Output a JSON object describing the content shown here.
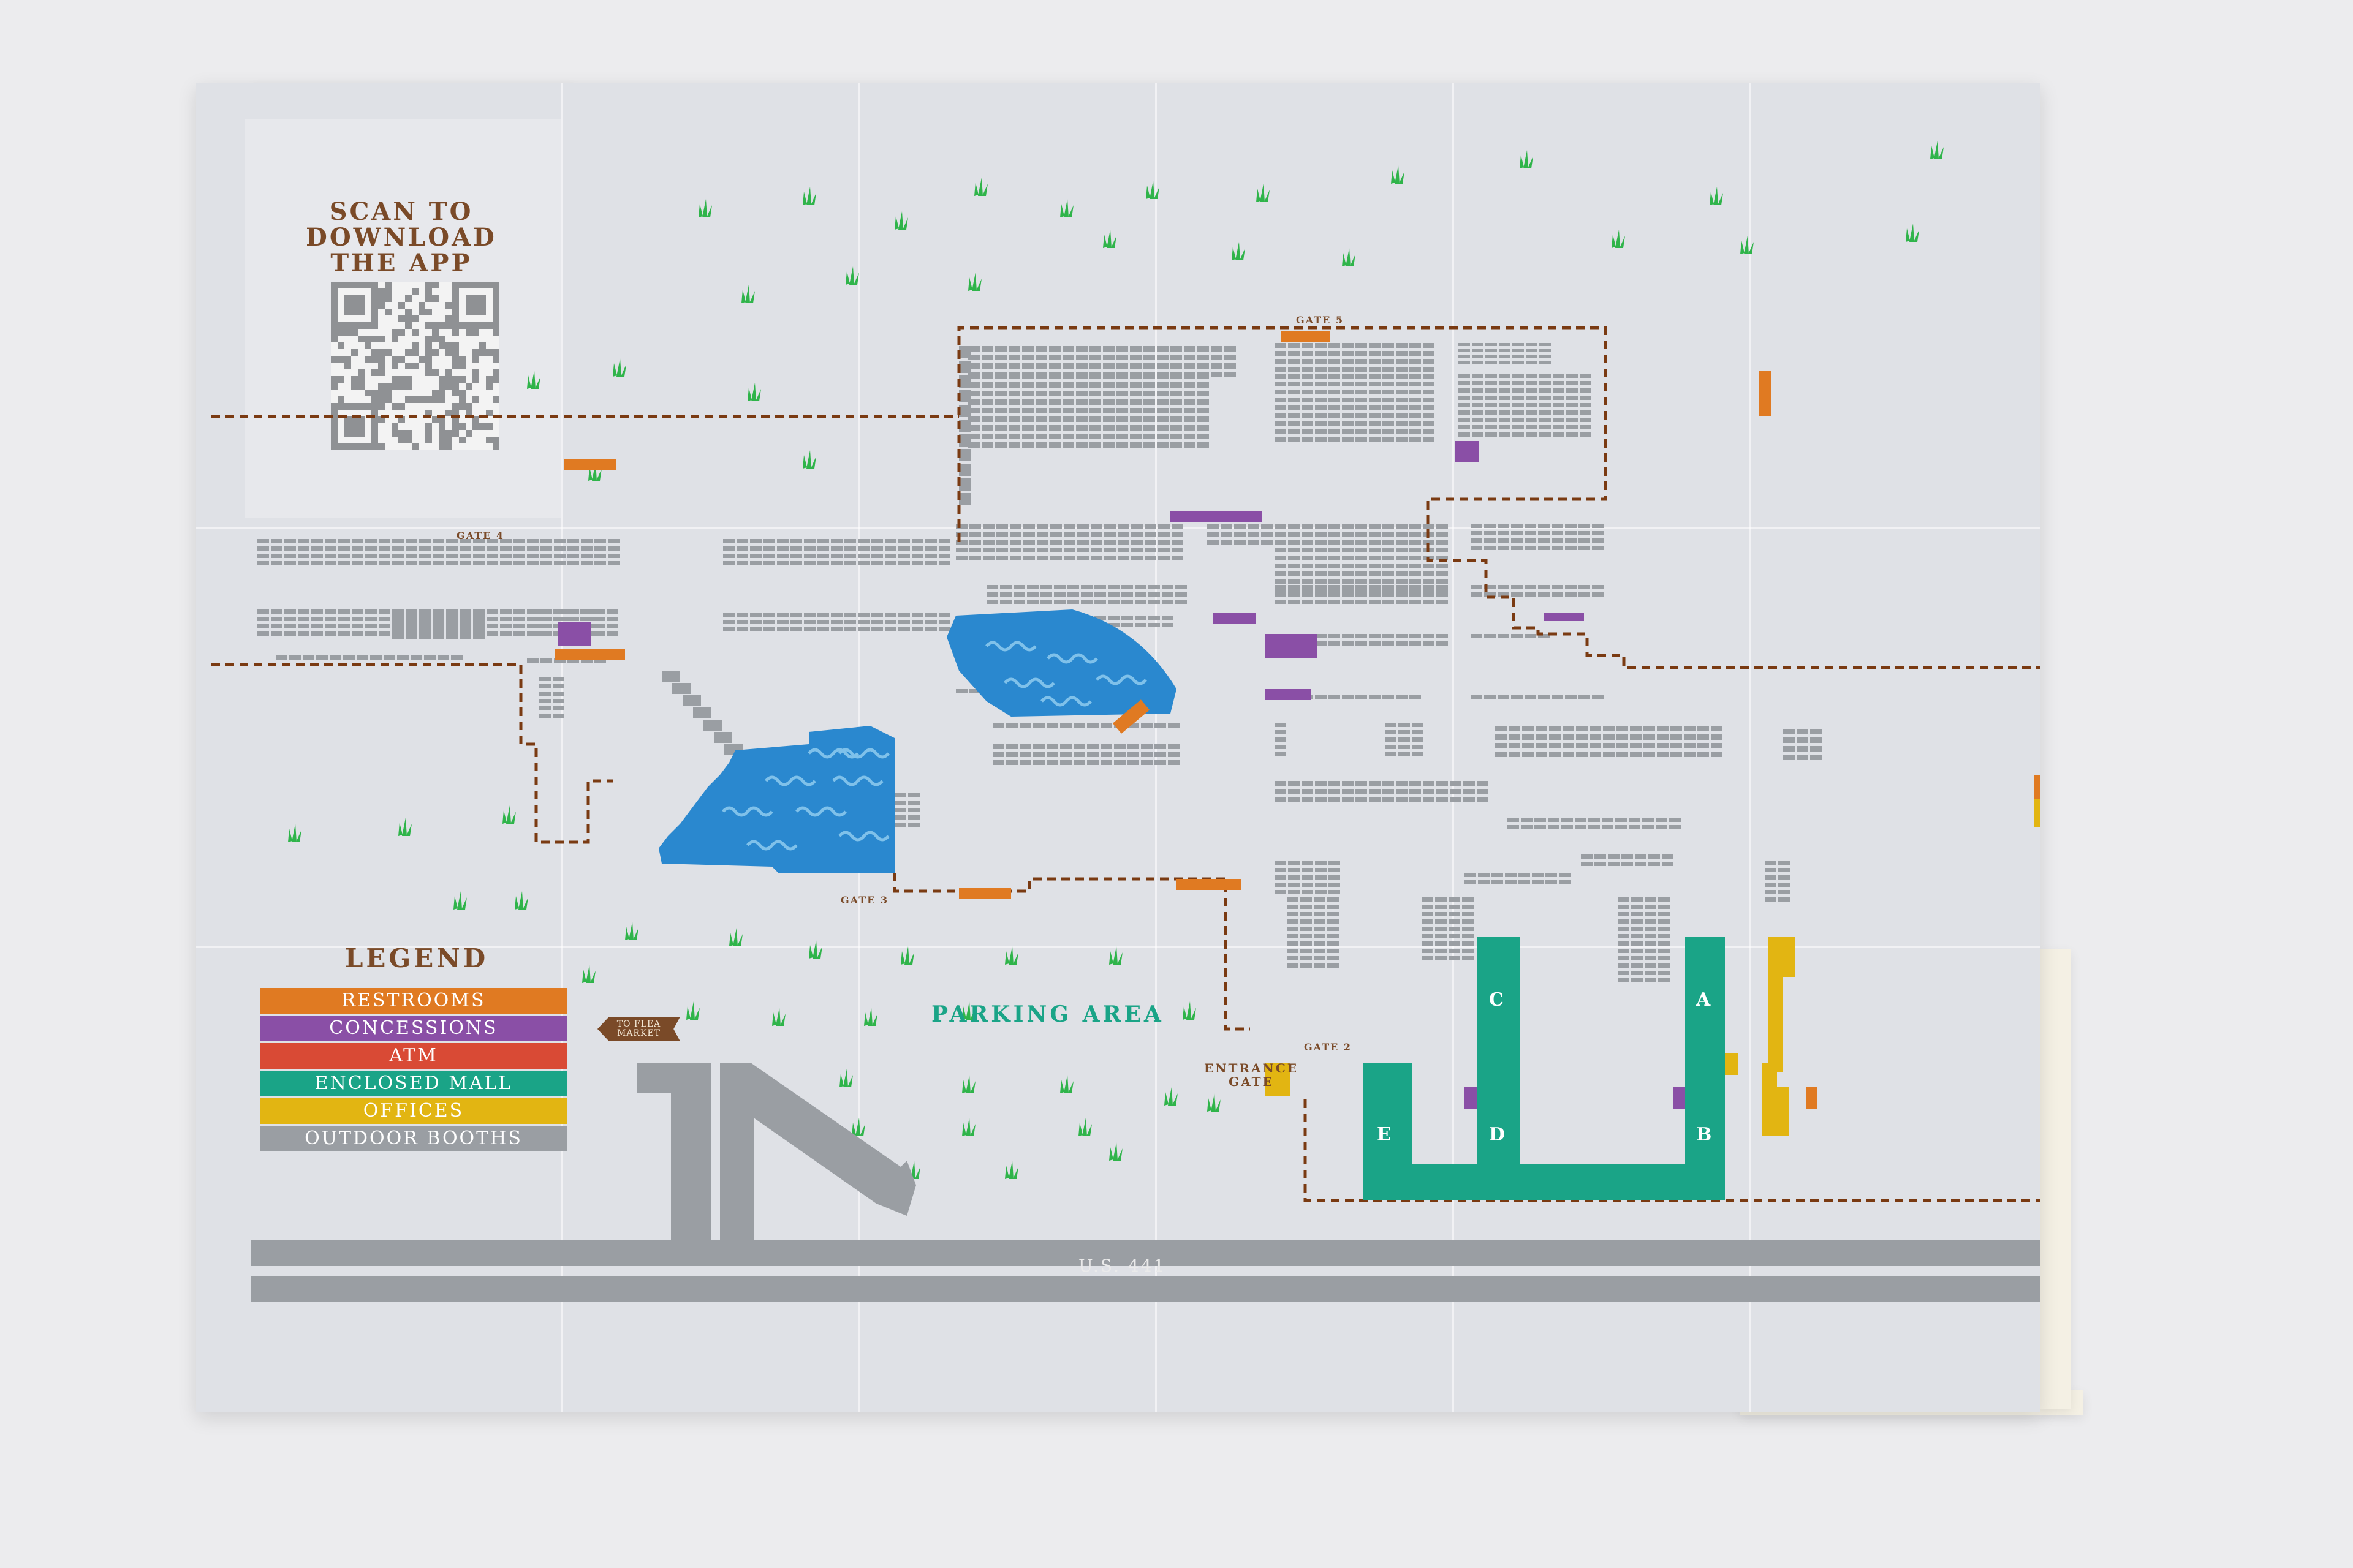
{
  "qr": {
    "title": "SCAN TO\nDOWNLOAD\nTHE APP"
  },
  "gates": {
    "gate5": "GATE 5",
    "gate4": "GATE 4",
    "gate3": "GATE 3",
    "gate2": "GATE 2",
    "entrance": "ENTRANCE\nGATE"
  },
  "parking": "PARKING AREA",
  "flea_sign": "TO FLEA MARKET",
  "road": "U.S. 441",
  "legend": {
    "title": "LEGEND",
    "items": [
      {
        "label": "RESTROOMS",
        "color": "#e07a22"
      },
      {
        "label": "CONCESSIONS",
        "color": "#8a4fa6"
      },
      {
        "label": "ATM",
        "color": "#d94a35"
      },
      {
        "label": "ENCLOSED MALL",
        "color": "#1aa487"
      },
      {
        "label": "OFFICES",
        "color": "#e2b512"
      },
      {
        "label": "OUTDOOR BOOTHS",
        "color": "#9a9ea3"
      }
    ]
  },
  "mall_buildings": [
    "A",
    "B",
    "C",
    "D",
    "E"
  ],
  "icons": [
    "qr-code-icon",
    "grass-tuft-icon",
    "pond-wave-icon",
    "arrow-sign-icon",
    "route-shape-icon"
  ]
}
